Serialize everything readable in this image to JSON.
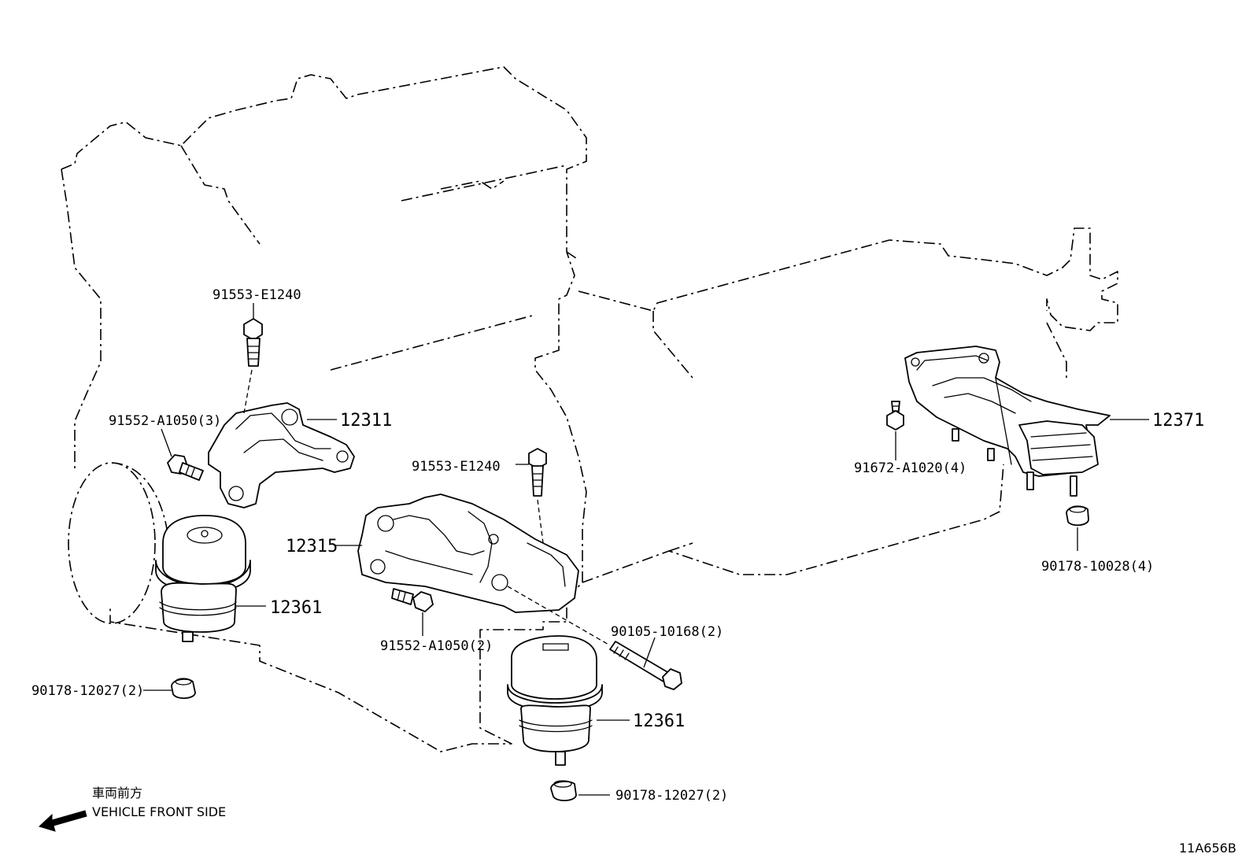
{
  "callouts": {
    "bolt_top_left": "91553-E1240",
    "bolt_left": "91552-A1050(3)",
    "bracket_right_upper": "12311",
    "bolt_center": "91553-E1240",
    "bracket_center": "12315",
    "mount_left": "12361",
    "bolt_center_lower": "91552-A1050(2)",
    "nut_left": "90178-12027(2)",
    "bolt_long": "90105-10168(2)",
    "mount_right": "12361",
    "nut_bottom": "90178-12027(2)",
    "crossmember": "12371",
    "bolt_crossmember": "91672-A1020(4)",
    "nut_crossmember": "90178-10028(4)"
  },
  "legend": {
    "jp_label": "車両前方",
    "en_label": "VEHICLE FRONT SIDE",
    "arrow_icon": "left-arrow-icon"
  },
  "figure_code": "11A656B"
}
